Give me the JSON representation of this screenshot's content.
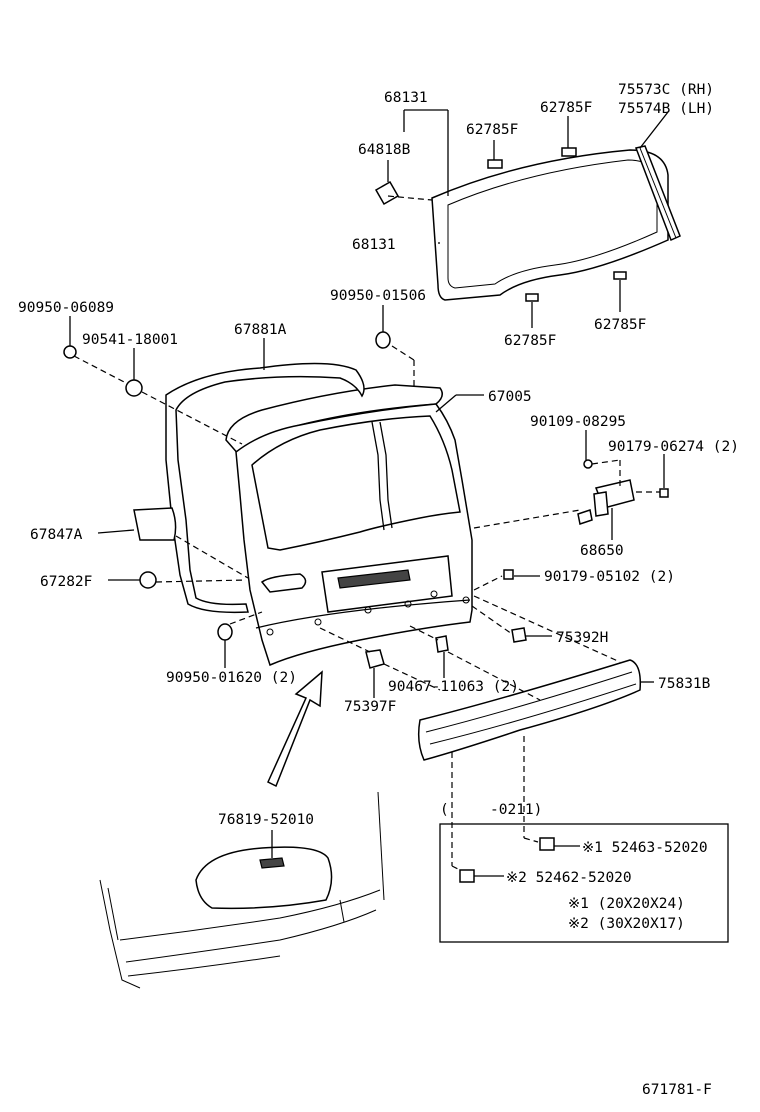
{
  "labels": {
    "p68131_top": "68131",
    "p75573c": "75573C (RH)",
    "p75574b": "75574B (LH)",
    "p62785f_a": "62785F",
    "p62785f_b": "62785F",
    "p64818b": "64818B",
    "p68131_side": "68131",
    "p90950_06089": "90950-06089",
    "p90950_01506": "90950-01506",
    "p90541_18001": "90541-18001",
    "p67881a": "67881A",
    "p62785f_c": "62785F",
    "p62785f_d": "62785F",
    "p67005": "67005",
    "p90109_08295": "90109-08295",
    "p90179_06274": "90179-06274 (2)",
    "p67847a": "67847A",
    "p68650": "68650",
    "p67282f": "67282F",
    "p90179_05102": "90179-05102 (2)",
    "p75392h": "75392H",
    "p90950_01620": "90950-01620 (2)",
    "p90467_11063": "90467-11063 (2)",
    "p75831b": "75831B",
    "p75397f": "75397F",
    "p76819_52010": "76819-52010",
    "range_open": "(",
    "range_end": "-0211)",
    "p52463_52020": "※1 52463-52020",
    "p52462_52020": "※2 52462-52020",
    "note1": "※1  (20X20X24)",
    "note2": "※2  (30X20X17)",
    "drawing_id": "671781-F"
  }
}
